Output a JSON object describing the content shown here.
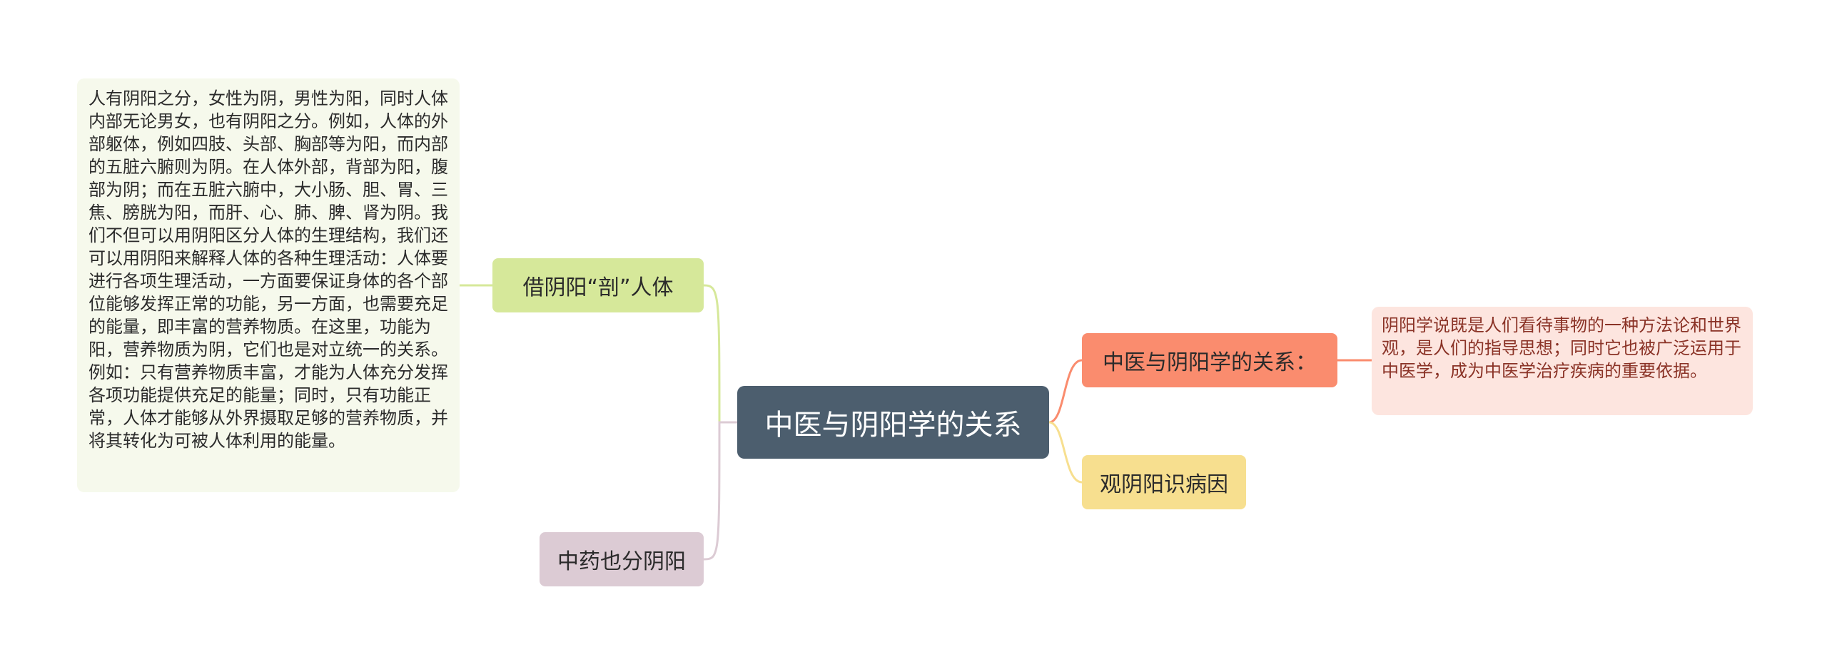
{
  "root": {
    "label": "中医与阴阳学的关系"
  },
  "right_branches": [
    {
      "label": "中医与阴阳学的关系：",
      "leaf": "阴阳学说既是人们看待事物的一种方法论和世界观，是人们的指导思想；同时它也被广泛运用于中医学，成为中医学治疗疾病的重要依据。"
    },
    {
      "label": "观阴阳识病因"
    }
  ],
  "left_branches": [
    {
      "label": "借阴阳“剖”人体",
      "leaf": "人有阴阳之分，女性为阴，男性为阳，同时人体内部无论男女，也有阴阳之分。例如，人体的外部躯体，例如四肢、头部、胸部等为阳，而内部的五脏六腑则为阴。在人体外部，背部为阳，腹部为阴；而在五脏六腑中，大小肠、胆、胃、三焦、膀胱为阳，而肝、心、肺、脾、肾为阴。我们不但可以用阴阳区分人体的生理结构，我们还可以用阴阳来解释人体的各种生理活动：人体要进行各项生理活动，一方面要保证身体的各个部位能够发挥正常的功能，另一方面，也需要充足的能量，即丰富的营养物质。在这里，功能为阳，营养物质为阴，它们也是对立统一的关系。例如：只有营养物质丰富，才能为人体充分发挥各项功能提供充足的能量；同时，只有功能正常，人体才能够从外界摄取足够的营养物质，并将其转化为可被人体利用的能量。"
    },
    {
      "label": "中药也分阴阳"
    }
  ],
  "colors": {
    "root": "#4c5e6e",
    "right1": "#fa8c6e",
    "right2": "#f7df8f",
    "left1": "#d6e89a",
    "left2": "#dccbd4"
  }
}
